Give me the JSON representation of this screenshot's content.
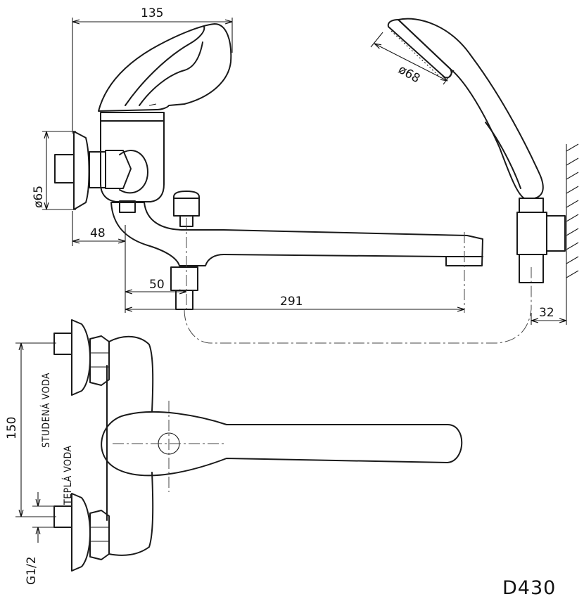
{
  "dimensions": {
    "width_total": "135",
    "shower_head_diameter": "ø68",
    "flange_diameter": "ø65",
    "offset_48": "48",
    "spout_base_50": "50",
    "spout_length": "291",
    "holder_32": "32",
    "inlet_spacing": "150",
    "thread": "G1/2"
  },
  "labels": {
    "cold_water": "STUDENÁ VODA",
    "hot_water": "TEPLÁ VODA"
  },
  "model_code": "D430"
}
